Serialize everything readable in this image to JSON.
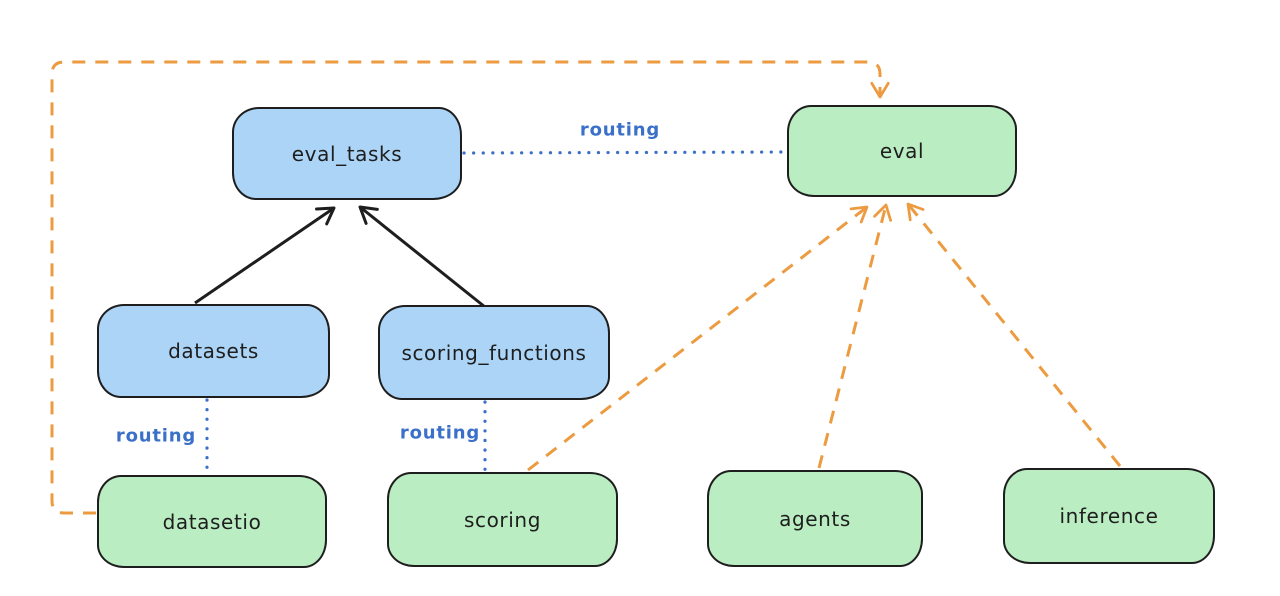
{
  "diagram": {
    "description": "routing diagram connecting registry resources to providers",
    "nodes": {
      "eval_tasks": {
        "label": "eval_tasks",
        "kind": "resource-blue"
      },
      "datasets": {
        "label": "datasets",
        "kind": "resource-blue"
      },
      "scoring_functions": {
        "label": "scoring_functions",
        "kind": "resource-blue"
      },
      "eval": {
        "label": "eval",
        "kind": "provider-green"
      },
      "datasetio": {
        "label": "datasetio",
        "kind": "provider-green"
      },
      "scoring": {
        "label": "scoring",
        "kind": "provider-green"
      },
      "agents": {
        "label": "agents",
        "kind": "provider-green"
      },
      "inference": {
        "label": "inference",
        "kind": "provider-green"
      }
    },
    "edge_labels": {
      "routing": "routing"
    },
    "edges": [
      {
        "from": "datasets",
        "to": "eval_tasks",
        "style": "solid-black-arrow"
      },
      {
        "from": "scoring_functions",
        "to": "eval_tasks",
        "style": "solid-black-arrow"
      },
      {
        "from": "eval_tasks",
        "to": "eval",
        "style": "dotted-blue",
        "label": "routing"
      },
      {
        "from": "datasets",
        "to": "datasetio",
        "style": "dotted-blue",
        "label": "routing"
      },
      {
        "from": "scoring_functions",
        "to": "scoring",
        "style": "dotted-blue",
        "label": "routing"
      },
      {
        "from": "datasetio",
        "to": "eval",
        "style": "dashed-orange-arrow"
      },
      {
        "from": "scoring",
        "to": "eval",
        "style": "dashed-orange-arrow"
      },
      {
        "from": "agents",
        "to": "eval",
        "style": "dashed-orange-arrow"
      },
      {
        "from": "inference",
        "to": "eval",
        "style": "dashed-orange-arrow"
      }
    ],
    "colors": {
      "blue_fill": "#abd4f6",
      "green_fill": "#baedc2",
      "stroke": "#1e1e1e",
      "routing_blue": "#3b70c9",
      "orange": "#ec9b40",
      "background": "#ffffff"
    }
  }
}
